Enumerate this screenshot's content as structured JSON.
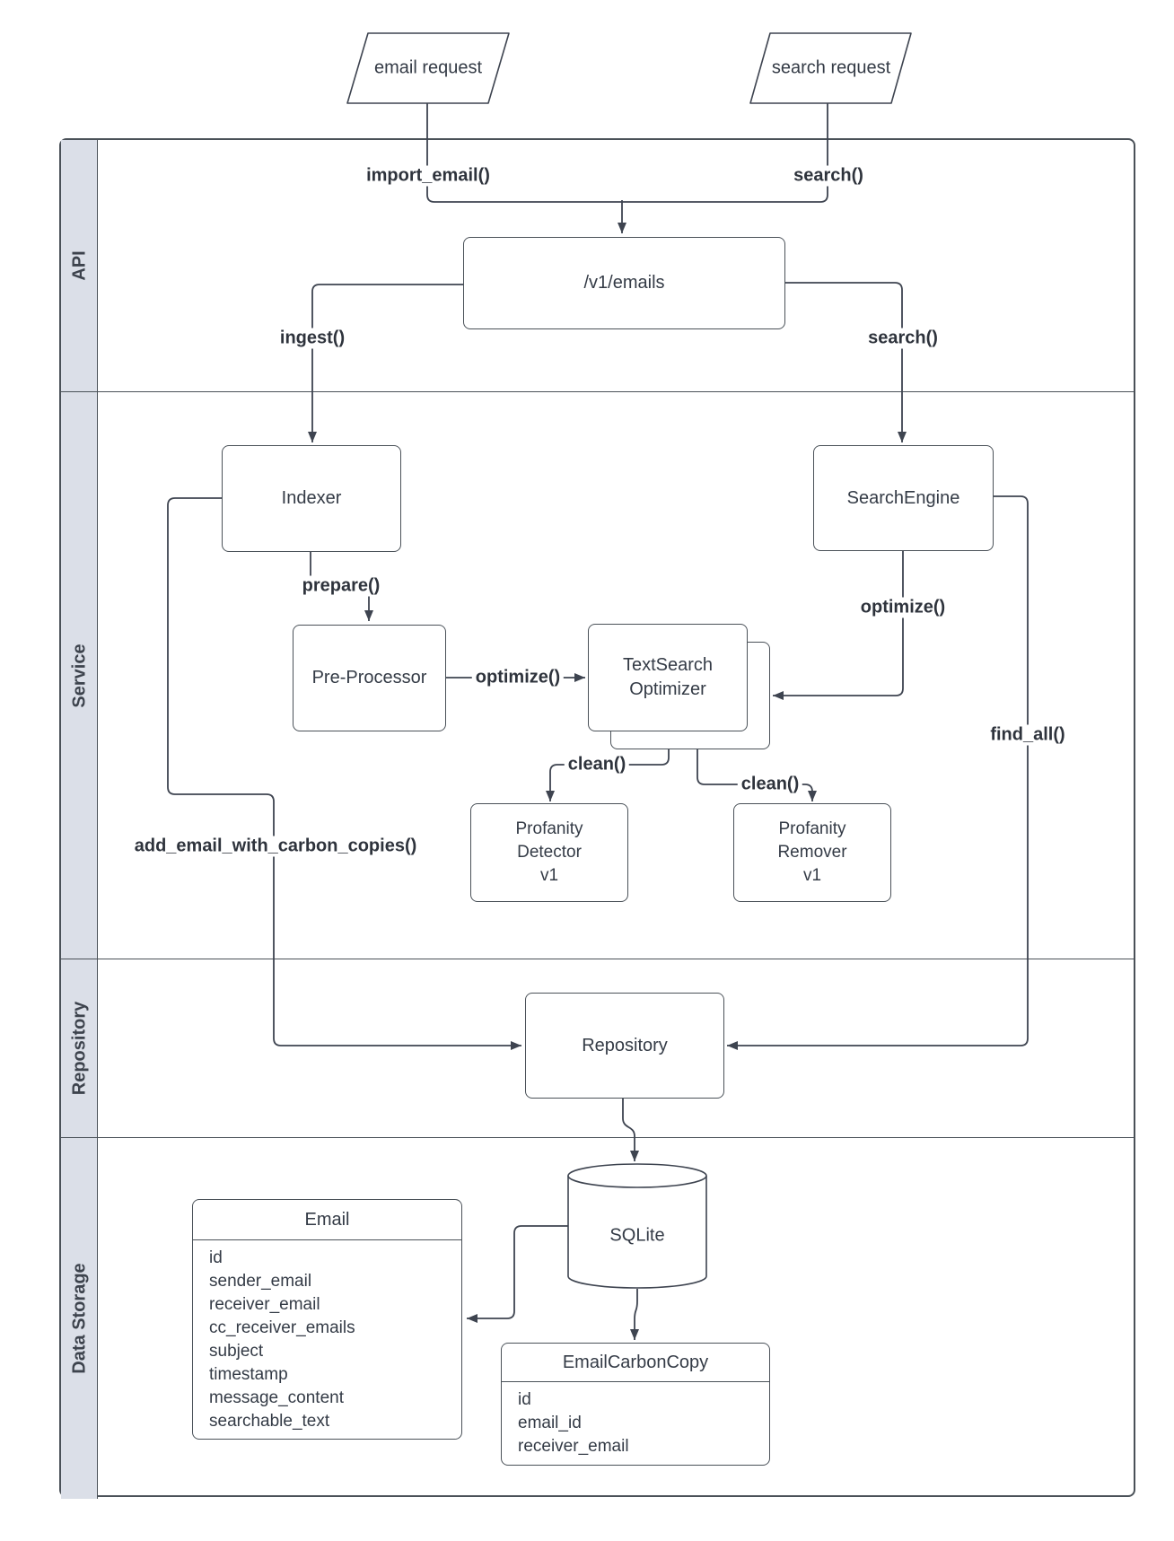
{
  "lanes": [
    {
      "label": "API"
    },
    {
      "label": "Service"
    },
    {
      "label": "Repository"
    },
    {
      "label": "Data Storage"
    }
  ],
  "inputs": {
    "email_request": "email request",
    "search_request": "search request"
  },
  "nodes": {
    "v1_emails": "/v1/emails",
    "indexer": "Indexer",
    "search_engine": "SearchEngine",
    "pre_processor": "Pre-Processor",
    "text_search_optimizer": {
      "line1": "TextSearch",
      "line2": "Optimizer"
    },
    "profanity_detector": {
      "line1": "Profanity",
      "line2": "Detector",
      "line3": "v1"
    },
    "profanity_remover": {
      "line1": "Profanity",
      "line2": "Remover",
      "line3": "v1"
    },
    "repository": "Repository",
    "sqlite": "SQLite"
  },
  "edges": {
    "import_email": "import_email()",
    "search_top": "search()",
    "ingest": "ingest()",
    "search_mid": "search()",
    "prepare": "prepare()",
    "optimize_left": "optimize()",
    "optimize_right": "optimize()",
    "clean_left": "clean()",
    "clean_right": "clean()",
    "add_email": "add_email_with_carbon_copies()",
    "find_all": "find_all()"
  },
  "tables": {
    "email": {
      "title": "Email",
      "fields": [
        "id",
        "sender_email",
        "receiver_email",
        "cc_receiver_emails",
        "subject",
        "timestamp",
        "message_content",
        "searchable_text"
      ]
    },
    "email_carbon_copy": {
      "title": "EmailCarbonCopy",
      "fields": [
        "id",
        "email_id",
        "receiver_email"
      ]
    }
  },
  "colors": {
    "stroke": "#3e4450",
    "text": "#343b46",
    "lane_fill": "#dbdfe8"
  }
}
